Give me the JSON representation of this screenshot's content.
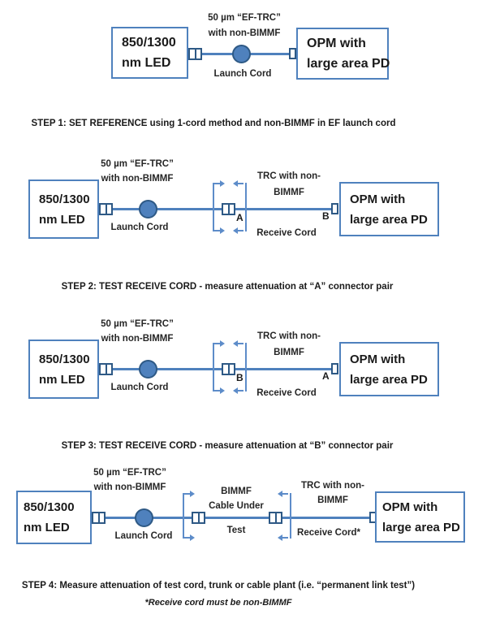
{
  "figure": {
    "source_device": {
      "line1": "850/1300",
      "line2": "nm LED"
    },
    "detector_device": {
      "line1": "OPM with",
      "line2": "large area PD"
    },
    "launch_label": {
      "line1": "50 µm “EF-TRC”",
      "line2": "with non-BIMMF"
    },
    "launch_cord": "Launch Cord",
    "receive_label": {
      "line1": "TRC with non-",
      "line2": "BIMMF"
    },
    "receive_cord": "Receive Cord",
    "receive_cord_step4": "Receive Cord*",
    "cable_under_test": {
      "line1": "BIMMF",
      "line2": "Cable Under",
      "line3": "Test"
    }
  },
  "steps": [
    {
      "caption": "STEP 1: SET REFERENCE using 1-cord method and non-BIMMF in EF launch cord",
      "mid_connector_label": "",
      "detector_connector_label": ""
    },
    {
      "caption": "STEP 2: TEST RECEIVE CORD - measure attenuation at “A” connector pair",
      "mid_connector_label": "A",
      "detector_connector_label": "B"
    },
    {
      "caption": "STEP 3: TEST RECEIVE CORD - measure attenuation at “B” connector pair",
      "mid_connector_label": "B",
      "detector_connector_label": "A"
    },
    {
      "caption": "STEP 4: Measure attenuation of test cord, trunk or cable plant (i.e. “permanent link test”)",
      "mid_connector_label": "",
      "detector_connector_label": ""
    }
  ],
  "footnote": "*Receive cord must be non-BIMMF",
  "colors": {
    "fiber_line": "#4f81bd",
    "box_border": "#4f81bd",
    "connector": "#2e5985",
    "mandrel_fill": "#4f81bd",
    "arrow": "#5d8cc9",
    "text": "#1a1a1a"
  }
}
